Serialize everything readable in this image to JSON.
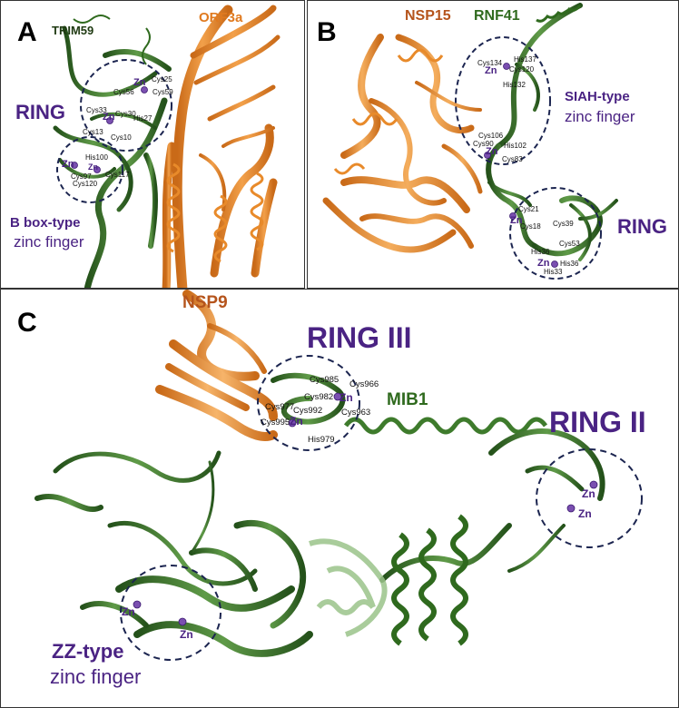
{
  "colors": {
    "orange": "#e88a2a",
    "orange_dark": "#b8621a",
    "green": "#3e7b2c",
    "green_dark": "#24511a",
    "green_light": "#9bc48a",
    "purple": "#4a2383",
    "navy": "#1c2550"
  },
  "panel_a": {
    "letter": "A",
    "protein_orange": "ORF3a",
    "protein_green": "TRIM59",
    "domain_ring": "RING",
    "domain_bbox_line1": "B box-type",
    "domain_bbox_line2": "zinc finger",
    "zn": [
      "Zn",
      "Zn",
      "Zn",
      "Zn"
    ],
    "residues": [
      "Cys25",
      "Cys56",
      "Cys59",
      "Cys33",
      "Cys30",
      "His27",
      "Cys13",
      "Cys10",
      "His100",
      "Cys97",
      "Cys120",
      "Cys117"
    ]
  },
  "panel_b": {
    "letter": "B",
    "protein_orange": "NSP15",
    "protein_green": "RNF41",
    "domain_siah_line1": "SIAH-type",
    "domain_siah_line2": "zinc finger",
    "domain_ring": "RING",
    "zn": [
      "Zn",
      "Zn",
      "Zn",
      "Zn"
    ],
    "residues": [
      "Cys134",
      "His137",
      "Cys120",
      "His132",
      "Cys106",
      "Cys90",
      "His102",
      "Cys83",
      "Cys21",
      "Cys18",
      "Cys39",
      "Cys53",
      "His36",
      "His36",
      "His33"
    ]
  },
  "panel_c": {
    "letter": "C",
    "protein_orange": "NSP9",
    "protein_green": "MIB1",
    "domain_ring3": "RING III",
    "domain_ring2": "RING II",
    "domain_zz_line1": "ZZ-type",
    "domain_zz_line2": "zinc finger",
    "zn": [
      "Zn",
      "Zn",
      "Zn",
      "Zn",
      "Zn",
      "Zn"
    ],
    "residues": [
      "Cys985",
      "Cys966",
      "Cys982",
      "Cys977",
      "Cys963",
      "Cys995",
      "Cys992",
      "His979"
    ]
  }
}
